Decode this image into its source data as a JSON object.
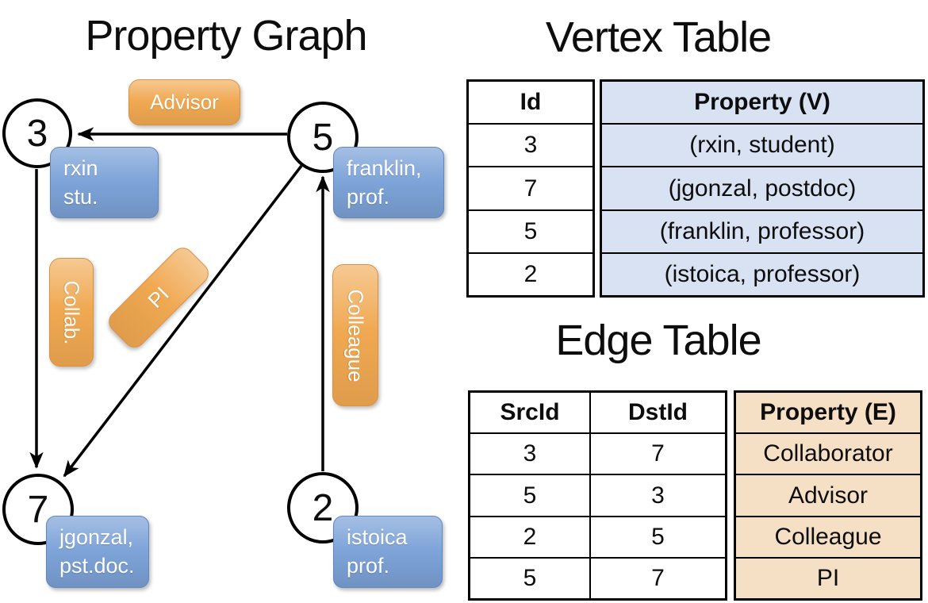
{
  "graph": {
    "title": "Property Graph",
    "nodes": [
      {
        "id": "3",
        "prop_line1": "rxin",
        "prop_line2": "stu."
      },
      {
        "id": "5",
        "prop_line1": "franklin,",
        "prop_line2": "prof."
      },
      {
        "id": "7",
        "prop_line1": "jgonzal,",
        "prop_line2": "pst.doc."
      },
      {
        "id": "2",
        "prop_line1": "istoica",
        "prop_line2": "prof."
      }
    ],
    "edge_labels": {
      "advisor": "Advisor",
      "collab": "Collab.",
      "pi": "PI",
      "colleague": "Colleague"
    }
  },
  "vertex_table": {
    "title": "Vertex Table",
    "headers": {
      "id": "Id",
      "prop": "Property (V)"
    },
    "rows": [
      {
        "id": "3",
        "prop": "(rxin, student)"
      },
      {
        "id": "7",
        "prop": "(jgonzal, postdoc)"
      },
      {
        "id": "5",
        "prop": "(franklin, professor)"
      },
      {
        "id": "2",
        "prop": "(istoica, professor)"
      }
    ]
  },
  "edge_table": {
    "title": "Edge Table",
    "headers": {
      "src": "SrcId",
      "dst": "DstId",
      "prop": "Property (E)"
    },
    "rows": [
      {
        "src": "3",
        "dst": "7",
        "prop": "Collaborator"
      },
      {
        "src": "5",
        "dst": "3",
        "prop": "Advisor"
      },
      {
        "src": "2",
        "dst": "5",
        "prop": "Colleague"
      },
      {
        "src": "5",
        "dst": "7",
        "prop": "PI"
      }
    ]
  },
  "colors": {
    "edge_label_fill": "#f0a851",
    "vertex_box_fill": "#7da3d8",
    "vertex_table_prop_fill": "#d9e2f3",
    "edge_table_prop_fill": "#f5dfc5"
  }
}
